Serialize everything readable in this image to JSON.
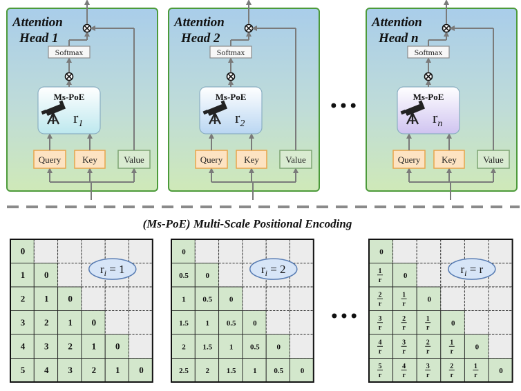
{
  "heads": [
    {
      "title_line1": "Attention",
      "title_line2": "Head 1",
      "scale_var": "r",
      "scale_sub": "1"
    },
    {
      "title_line1": "Attention",
      "title_line2": "Head 2",
      "scale_var": "r",
      "scale_sub": "2"
    },
    {
      "title_line1": "Attention",
      "title_line2": "Head n",
      "scale_var": "r",
      "scale_sub": "n"
    }
  ],
  "labels": {
    "softmax": "Softmax",
    "mspoe": "Ms-PoE",
    "query": "Query",
    "key": "Key",
    "value": "Value",
    "multiply_symbol": "⊗",
    "ellipsis": "•••"
  },
  "section_title": "(Ms-PoE) Multi-Scale Positional Encoding",
  "matrices": [
    {
      "bubble_var": "r",
      "bubble_sub": "i",
      "bubble_rhs": " = 1",
      "rows": [
        [
          "0"
        ],
        [
          "1",
          "0"
        ],
        [
          "2",
          "1",
          "0"
        ],
        [
          "3",
          "2",
          "1",
          "0"
        ],
        [
          "4",
          "3",
          "2",
          "1",
          "0"
        ],
        [
          "5",
          "4",
          "3",
          "2",
          "1",
          "0"
        ]
      ]
    },
    {
      "bubble_var": "r",
      "bubble_sub": "i",
      "bubble_rhs": " = 2",
      "rows": [
        [
          "0"
        ],
        [
          "0.5",
          "0"
        ],
        [
          "1",
          "0.5",
          "0"
        ],
        [
          "1.5",
          "1",
          "0.5",
          "0"
        ],
        [
          "2",
          "1.5",
          "1",
          "0.5",
          "0"
        ],
        [
          "2.5",
          "2",
          "1.5",
          "1",
          "0.5",
          "0"
        ]
      ]
    },
    {
      "bubble_var": "r",
      "bubble_sub": "i",
      "bubble_rhs": " = r",
      "fraction_denominator": "r",
      "rows": [
        [
          "0"
        ],
        [
          "1",
          "0"
        ],
        [
          "2",
          "1",
          "0"
        ],
        [
          "3",
          "2",
          "1",
          "0"
        ],
        [
          "4",
          "3",
          "2",
          "1",
          "0"
        ],
        [
          "5",
          "4",
          "3",
          "2",
          "1",
          "0"
        ]
      ]
    }
  ],
  "colors": {
    "panel_top": "#a9cdea",
    "panel_bottom": "#cde8b8",
    "panel_border": "#4c9a3a",
    "qk_fill": "#fde3c2",
    "qk_border": "#e8a54a",
    "value_fill": "#d9ebd1",
    "value_border": "#7da572",
    "cell_green": "#d3e7cc",
    "cell_gray": "#ececec",
    "arrow": "#7a7a7a"
  }
}
